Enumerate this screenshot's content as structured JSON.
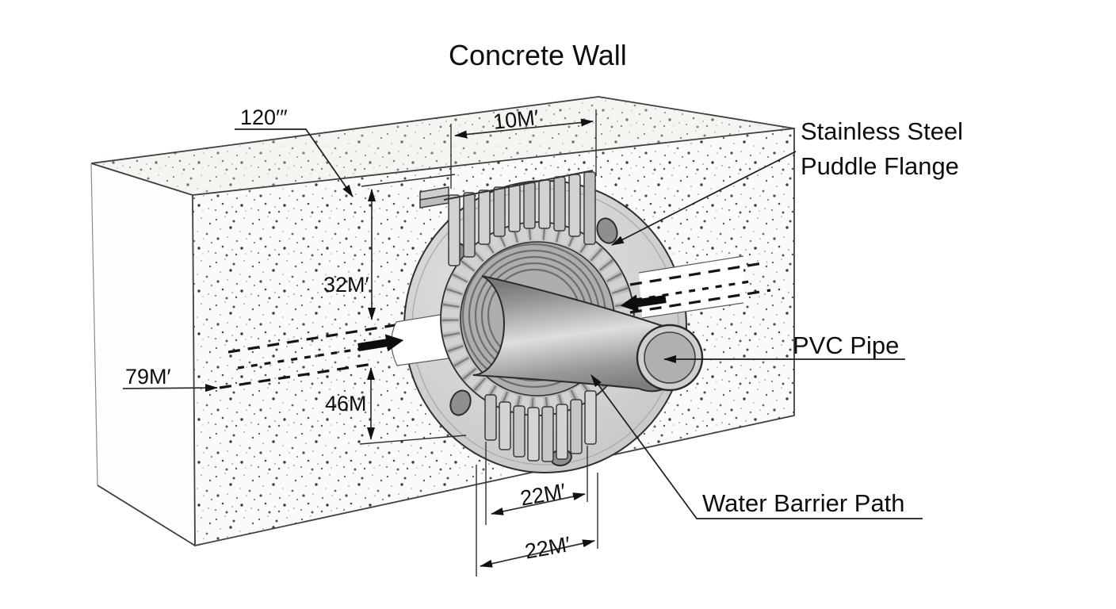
{
  "title": "Concrete Wall",
  "labels": {
    "flange_line1": "Stainless Steel",
    "flange_line2": "Puddle Flange",
    "pipe": "PVC Pipe",
    "water_barrier": "Water Barrier Path"
  },
  "dimensions": {
    "wall_thickness": "120′″",
    "flange_top_width": "10M′",
    "hole_top_offset": "32M′",
    "hole_bottom_offset": "46M",
    "pipe_run": "79M′",
    "sleeve_width": "22M′",
    "flange_bottom_width": "22M′"
  },
  "icons": {
    "flow_in": "bold-arrow-right",
    "flow_out": "bold-arrow-left",
    "dimension_end": "solid-arrowhead"
  },
  "colors": {
    "ink": "#0e0e0e",
    "line": "#2f2f2f",
    "metal_light": "#e6e6e6",
    "metal_mid": "#b5b5b5",
    "pipe_highlight": "#dedede",
    "background": "#ffffff"
  }
}
